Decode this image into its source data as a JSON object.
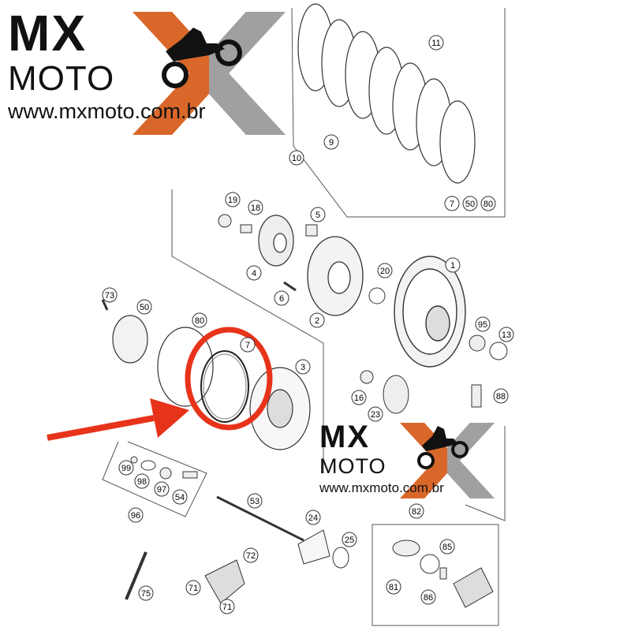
{
  "logo_top": {
    "mx": "MX",
    "moto": "MOTO",
    "url": "www.mxmoto.com.br"
  },
  "logo_mid": {
    "mx": "MX",
    "moto": "MOTO",
    "url": "www.mxmoto.com.br"
  },
  "callouts": [
    "11",
    "9",
    "10",
    "7",
    "50",
    "80",
    "19",
    "18",
    "5",
    "4",
    "6",
    "2",
    "1",
    "20",
    "73",
    "50",
    "80",
    "7",
    "3",
    "95",
    "13",
    "16",
    "23",
    "88",
    "99",
    "98",
    "97",
    "54",
    "96",
    "53",
    "24",
    "25",
    "82",
    "85",
    "81",
    "86",
    "72",
    "71",
    "71",
    "75"
  ],
  "colors": {
    "highlight": "#e8331b",
    "logo_orange": "#d9672a",
    "logo_gray": "#a0a0a0",
    "line": "#555555"
  }
}
